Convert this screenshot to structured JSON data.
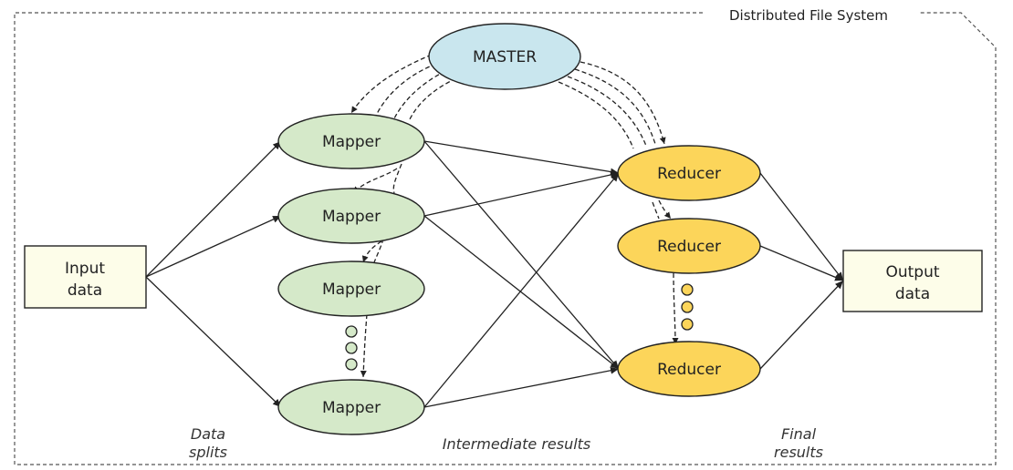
{
  "frame": {
    "title": "Distributed File System"
  },
  "master": {
    "label": "MASTER"
  },
  "input": {
    "line1": "Input",
    "line2": "data"
  },
  "output": {
    "line1": "Output",
    "line2": "data"
  },
  "mappers": [
    {
      "label": "Mapper"
    },
    {
      "label": "Mapper"
    },
    {
      "label": "Mapper"
    },
    {
      "label": "Mapper"
    }
  ],
  "reducers": [
    {
      "label": "Reducer"
    },
    {
      "label": "Reducer"
    },
    {
      "label": "Reducer"
    }
  ],
  "captions": {
    "data_splits": {
      "line1": "Data",
      "line2": "splits"
    },
    "intermediate": "Intermediate results",
    "final": {
      "line1": "Final",
      "line2": "results"
    }
  },
  "colors": {
    "mapper_fill": "#d5e9c9",
    "reducer_fill": "#fcd55a",
    "master_fill": "#c9e6ee",
    "io_fill": "#fdfde9",
    "dots_mapper": "#d5e9c9",
    "dots_reducer": "#fcd55a"
  }
}
